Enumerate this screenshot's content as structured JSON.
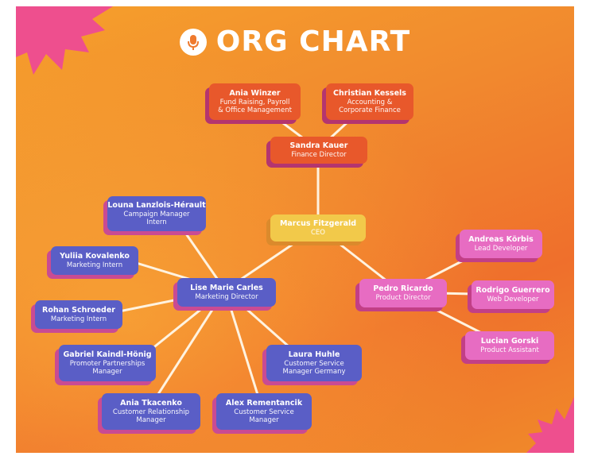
{
  "title": {
    "text": "ORG CHART"
  },
  "colors": {
    "finance": "#e8582b",
    "ceo": "#f2c94a",
    "marketing": "#5a5ec6",
    "product": "#e76cc2",
    "connector": "#fff3e0"
  },
  "nodes": {
    "ceo": {
      "name": "Marcus Fitzgerald",
      "role": "CEO"
    },
    "finance_director": {
      "name": "Sandra Kauer",
      "role": "Finance Director"
    },
    "fundraising": {
      "name": "Ania Winzer",
      "role": "Fund Raising, Payroll\n& Office Management"
    },
    "accounting": {
      "name": "Christian Kessels",
      "role": "Accounting &\nCorporate Finance"
    },
    "marketing_director": {
      "name": "Lise Marie Carles",
      "role": "Marketing Director"
    },
    "campaign_intern": {
      "name": "Louna Lanzlois-Hérault",
      "role": "Campaign Manager\nIntern"
    },
    "marketing_intern_1": {
      "name": "Yuliia Kovalenko",
      "role": "Marketing Intern"
    },
    "marketing_intern_2": {
      "name": "Rohan Schroeder",
      "role": "Marketing Intern"
    },
    "promoter": {
      "name": "Gabriel Kaindl-Hönig",
      "role": "Promoter Partnerships\nManager"
    },
    "crm": {
      "name": "Ania Tkacenko",
      "role": "Customer Relationship\nManager"
    },
    "cs_manager": {
      "name": "Alex Rementancik",
      "role": "Customer Service\nManager"
    },
    "cs_germany": {
      "name": "Laura Huhle",
      "role": "Customer Service\nManager Germany"
    },
    "product_director": {
      "name": "Pedro Ricardo",
      "role": "Product Director"
    },
    "lead_dev": {
      "name": "Andreas Körbis",
      "role": "Lead Developer"
    },
    "web_dev": {
      "name": "Rodrigo Guerrero",
      "role": "Web Developer"
    },
    "product_assistant": {
      "name": "Lucian Gorski",
      "role": "Product Assistant"
    }
  }
}
